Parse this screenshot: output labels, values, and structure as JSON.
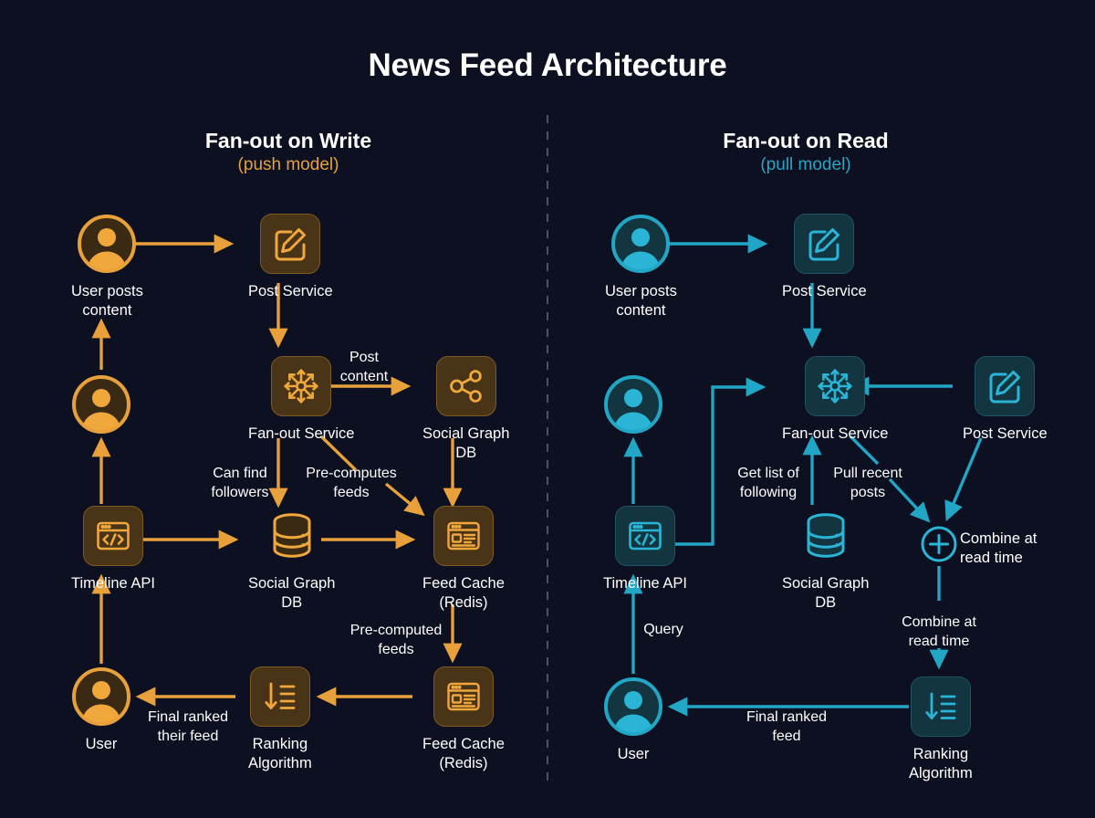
{
  "title": "News Feed Architecture",
  "columns": [
    {
      "id": "write",
      "heading": "Fan-out on Write",
      "subheading": "(push model)",
      "accent": "#e8a13a"
    },
    {
      "id": "read",
      "heading": "Fan-out on Read",
      "subheading": "(pull model)",
      "accent": "#2aa5c4"
    }
  ],
  "theme": {
    "background": "#0d1020",
    "warm_accent": "#e8a13a",
    "cool_accent": "#21a6c6",
    "warm_box_fill": "#4a3417",
    "cool_box_fill": "#133540",
    "text": "#ffffff",
    "divider": "#4a5068"
  },
  "write": {
    "nodes": [
      {
        "id": "w-user-top",
        "icon": "avatar-icon",
        "label": "User posts\ncontent"
      },
      {
        "id": "w-post",
        "icon": "post-edit-icon",
        "label": "Post Service"
      },
      {
        "id": "w-user-mid",
        "icon": "avatar-icon",
        "label": ""
      },
      {
        "id": "w-fanout",
        "icon": "fan-out-icon",
        "label": "Fan-out Service"
      },
      {
        "id": "w-social-graph-top",
        "icon": "share-graph-icon",
        "label": "Social Graph\nDB"
      },
      {
        "id": "w-timeline-api",
        "icon": "code-window-icon",
        "label": "Timeline API"
      },
      {
        "id": "w-social-db",
        "icon": "database-icon",
        "label": "Social Graph\nDB"
      },
      {
        "id": "w-feed-cache-1",
        "icon": "feed-window-icon",
        "label": "Feed Cache\n(Redis)"
      },
      {
        "id": "w-user-bottom",
        "icon": "avatar-icon",
        "label": "User"
      },
      {
        "id": "w-ranking",
        "icon": "sort-desc-icon",
        "label": "Ranking\nAlgorithm"
      },
      {
        "id": "w-feed-cache-2",
        "icon": "feed-window-icon",
        "label": "Feed Cache\n(Redis)"
      }
    ],
    "edge_labels": [
      {
        "id": "w-post-content",
        "text": "Post\ncontent"
      },
      {
        "id": "w-can-find",
        "text": "Can find\nfollowers"
      },
      {
        "id": "w-precomputes",
        "text": "Pre-computes\nfeeds"
      },
      {
        "id": "w-precomputed",
        "text": "Pre-computed\nfeeds"
      },
      {
        "id": "w-final-ranked",
        "text": "Final ranked\ntheir feed"
      }
    ]
  },
  "read": {
    "nodes": [
      {
        "id": "r-user-top",
        "icon": "avatar-icon",
        "label": "User posts\ncontent"
      },
      {
        "id": "r-post-top",
        "icon": "post-edit-icon",
        "label": "Post Service"
      },
      {
        "id": "r-user-mid",
        "icon": "avatar-icon",
        "label": ""
      },
      {
        "id": "r-fanout",
        "icon": "fan-out-icon",
        "label": "Fan-out Service"
      },
      {
        "id": "r-post-right",
        "icon": "post-edit-icon",
        "label": "Post Service"
      },
      {
        "id": "r-timeline-api",
        "icon": "code-window-icon",
        "label": "Timeline API"
      },
      {
        "id": "r-social-db",
        "icon": "database-icon",
        "label": "Social Graph\nDB"
      },
      {
        "id": "r-combine",
        "icon": "plus-circle-icon",
        "label": "Combine at\nread time"
      },
      {
        "id": "r-user-bottom",
        "icon": "avatar-icon",
        "label": "User"
      },
      {
        "id": "r-ranking",
        "icon": "sort-desc-icon",
        "label": "Ranking\nAlgorithm"
      }
    ],
    "edge_labels": [
      {
        "id": "r-get-list",
        "text": "Get list of\nfollowing"
      },
      {
        "id": "r-pull-recent",
        "text": "Pull recent\nposts"
      },
      {
        "id": "r-combine-read",
        "text": "Combine at\nread time"
      },
      {
        "id": "r-query",
        "text": "Query"
      },
      {
        "id": "r-final-ranked",
        "text": "Final ranked\nfeed"
      }
    ]
  }
}
